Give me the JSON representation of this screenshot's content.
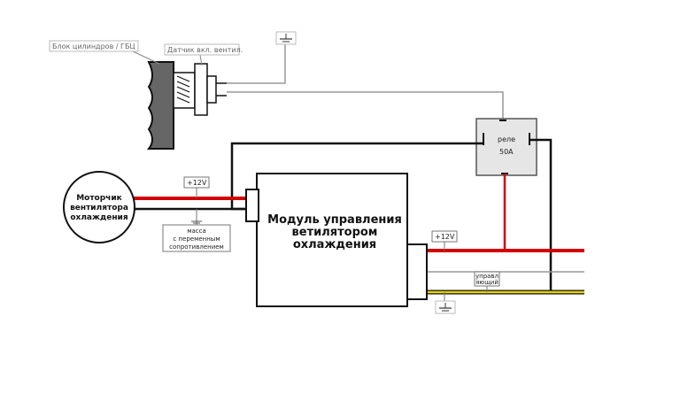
{
  "labels": {
    "block": "Блок цилиндров / ГБЦ",
    "sensor": "Датчик вкл. вентил.",
    "relay_line1": "реле",
    "relay_line2": "50A",
    "motor_line1": "Моторчик",
    "motor_line2": "вентилятора",
    "motor_line3": "охлаждения",
    "plus12_left": "+12V",
    "plus12_right": "+12V",
    "ground_note_line1": "масса",
    "ground_note_line2": "с переменным",
    "ground_note_line3": "сопротивлением",
    "module_line1": "Модуль управления",
    "module_line2": "ветилятором",
    "module_line3": "охлаждения",
    "control_line1": "управл",
    "control_line2": "яющий"
  },
  "icons": {
    "ground": "ground-icon",
    "coil": "coil-spring-icon"
  },
  "colors": {
    "wire_black": "#111111",
    "wire_red": "#d40000",
    "wire_yellow": "#e8d200",
    "wire_gray": "#999999",
    "relay_fill": "#e6e6e6",
    "block_fill": "#666666"
  }
}
